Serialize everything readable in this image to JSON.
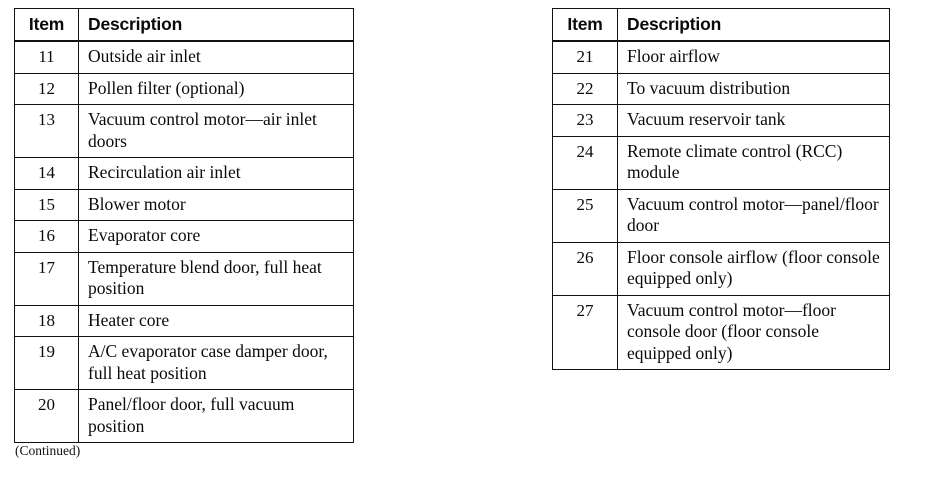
{
  "page": {
    "background_color": "#ffffff",
    "text_color": "#0a0a0a",
    "footnote": "(Continued)"
  },
  "tables": [
    {
      "id": "left-legend-table",
      "columns": [
        "Item",
        "Description"
      ],
      "rows": [
        {
          "item": "11",
          "description": "Outside air inlet"
        },
        {
          "item": "12",
          "description": "Pollen filter (optional)"
        },
        {
          "item": "13",
          "description": "Vacuum control motor—air inlet doors"
        },
        {
          "item": "14",
          "description": "Recirculation air inlet"
        },
        {
          "item": "15",
          "description": "Blower motor"
        },
        {
          "item": "16",
          "description": "Evaporator core"
        },
        {
          "item": "17",
          "description": "Temperature blend door, full heat position"
        },
        {
          "item": "18",
          "description": "Heater core"
        },
        {
          "item": "19",
          "description": "A/C evaporator case damper door, full heat position"
        },
        {
          "item": "20",
          "description": "Panel/floor door, full vacuum position"
        }
      ]
    },
    {
      "id": "right-legend-table",
      "columns": [
        "Item",
        "Description"
      ],
      "rows": [
        {
          "item": "21",
          "description": "Floor airflow"
        },
        {
          "item": "22",
          "description": "To vacuum distribution"
        },
        {
          "item": "23",
          "description": "Vacuum reservoir tank"
        },
        {
          "item": "24",
          "description": "Remote climate control (RCC) module"
        },
        {
          "item": "25",
          "description": "Vacuum control motor—panel/floor door"
        },
        {
          "item": "26",
          "description": "Floor console airflow (floor console equipped only)"
        },
        {
          "item": "27",
          "description": "Vacuum control motor—floor console door (floor console equipped only)"
        }
      ]
    }
  ]
}
